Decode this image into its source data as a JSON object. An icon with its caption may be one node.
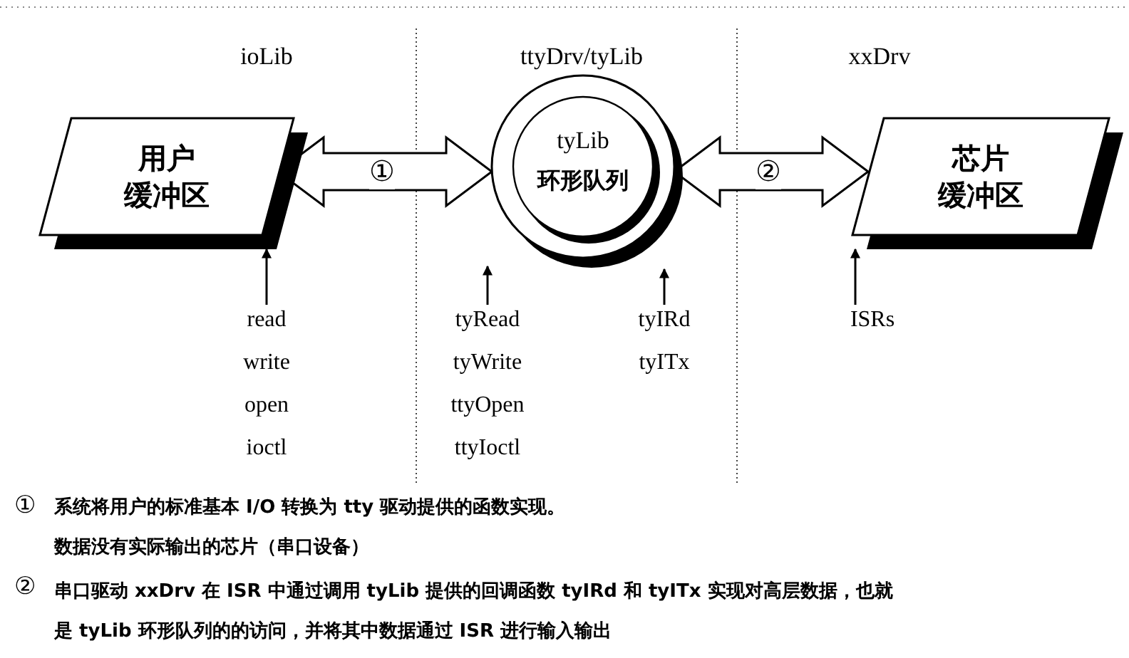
{
  "diagram": {
    "nodes": [
      {
        "text": [
          "用户缓冲区"
        ]
      },
      {
        "text": [
          "tyLib",
          "环形队列"
        ]
      },
      {
        "text": [
          "芯片缓冲区"
        ]
      },
      {
        "text": [
          "read",
          "write",
          "open",
          "ioctl"
        ]
      },
      {
        "text": [
          "tyRead",
          "tyWrite",
          "ttyOpen",
          "ttyIoctl"
        ]
      },
      {
        "text": [
          "tyIRd",
          "tyITx"
        ]
      },
      {
        "text": [
          "ISRs"
        ]
      }
    ],
    "edges": [
      {
        "from": 0,
        "to": 1,
        "arrow": "both",
        "label": "①",
        "style": "thick"
      },
      {
        "from": 1,
        "to": 2,
        "arrow": "both",
        "label": "②",
        "style": "thick"
      },
      {
        "from": 3,
        "to": 0,
        "arrow": "to"
      },
      {
        "from": 4,
        "to": null,
        "arrow": "to"
      },
      {
        "from": 5,
        "to": 1,
        "arrow": "to"
      },
      {
        "from": 6,
        "to": 2,
        "arrow": "to"
      }
    ],
    "labels": [
      "ioLib",
      "ttyDrv/tyLib",
      "xxDrv",
      "①",
      "系统将用户的标准基本 I/O 转换为 tty 驱动提供的函数实现。",
      "数据没有实际输出的芯片（串口设备）",
      "②",
      "串口驱动 xxDrv 在 ISR 中通过调用 tyLib 提供的回调函数 tyIRd 和 tyITx 实现对高层数据，也就是 tyLib 环形队列的的访问，并将其中数据通过 ISR 进行输入输出"
    ]
  }
}
